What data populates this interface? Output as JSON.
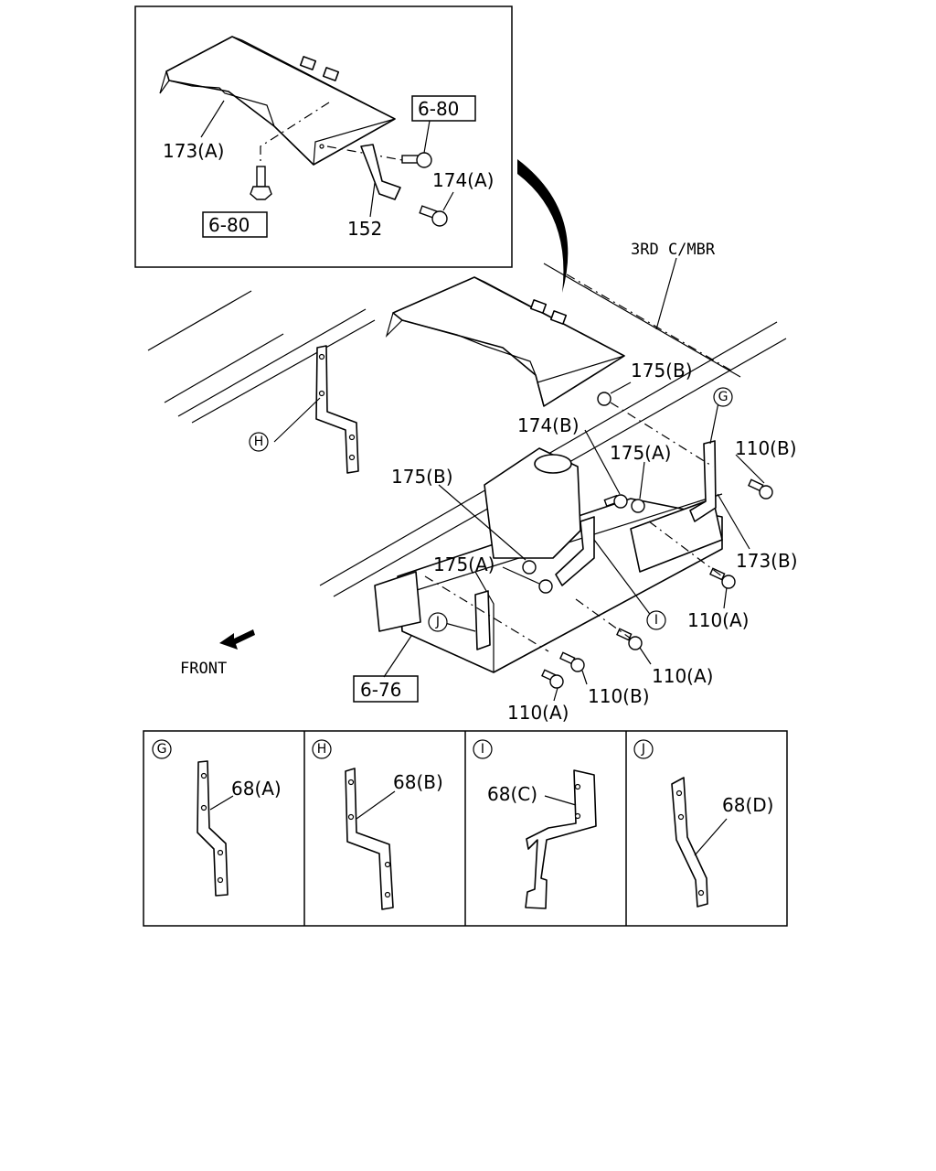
{
  "labels": {
    "inset_173a": "173(A)",
    "inset_680_top": "6-80",
    "inset_174a": "174(A)",
    "inset_680_left": "6-80",
    "inset_152": "152",
    "third_cmbr": "3RD C/MBR",
    "l175b_top": "175(B)",
    "l174b": "174(B)",
    "l175a_top": "175(A)",
    "l110b_right": "110(B)",
    "l175b_left": "175(B)",
    "l175a_mid": "175(A)",
    "l173b": "173(B)",
    "l110a_right": "110(A)",
    "l110a_mid": "110(A)",
    "l110b_bottom": "110(B)",
    "l110a_bottom": "110(A)",
    "l676": "6-76",
    "front": "FRONT",
    "callout_g": "G",
    "callout_h": "H",
    "callout_i": "I",
    "callout_j": "J"
  },
  "detail_panels": [
    {
      "callout": "G",
      "label": "68(A)"
    },
    {
      "callout": "H",
      "label": "68(B)"
    },
    {
      "callout": "I",
      "label": "68(C)"
    },
    {
      "callout": "J",
      "label": "68(D)"
    }
  ]
}
